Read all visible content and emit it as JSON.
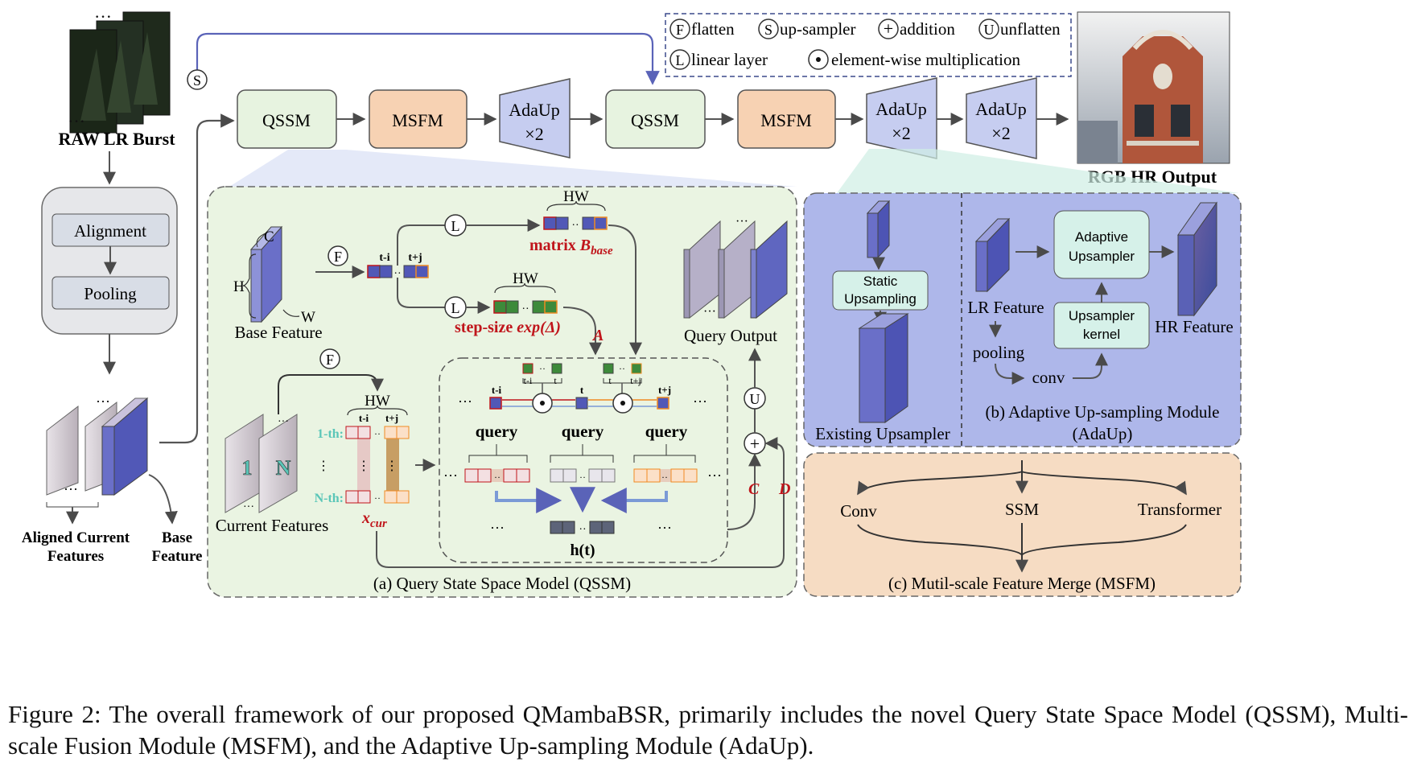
{
  "top": {
    "raw_label": "RAW LR Burst",
    "alignment": "Alignment",
    "pooling": "Pooling",
    "aligned_label_1": "Aligned Current",
    "aligned_label_2": "Features",
    "base_label_1": "Base",
    "base_label_2": "Feature",
    "qssm": "QSSM",
    "msfm": "MSFM",
    "adaup": "AdaUp",
    "x2": "×2",
    "rgb_label": "RGB HR Output",
    "s_symbol": "S"
  },
  "legend": {
    "flatten_sym": "F",
    "flatten": "flatten",
    "up_sym": "S",
    "up": "up-sampler",
    "add_sym": "+",
    "add": "addition",
    "unflat_sym": "U",
    "unflat": "unflatten",
    "linear_sym": "L",
    "linear": "linear layer",
    "mult_sym": "·",
    "mult": "element-wise multiplication"
  },
  "qssm_panel": {
    "title": "(a) Query State Space Model (QSSM)",
    "C": "C",
    "H": "H",
    "W": "W",
    "base_feature": "Base Feature",
    "ti": "t-i",
    "tj": "t+j",
    "t": "t",
    "HW": "HW",
    "matrix_b": "matrix",
    "b_base_main": "B",
    "b_base_sub": "base",
    "step_size": "step-size",
    "exp_delta": "exp(Δ)",
    "A": "A",
    "C_letter": "C",
    "D_letter": "D",
    "query": "query",
    "ht": "h(t)",
    "dots": "...",
    "query_output": "Query Output",
    "one_th": "1-th:",
    "n_th": "N-th:",
    "one": "1",
    "N": "N",
    "current_features": "Current Features",
    "x_cur_main": "x",
    "x_cur_sub": "cur",
    "F": "F",
    "L": "L",
    "U": "U",
    "plus": "+",
    "dot": "·"
  },
  "adaup_panel": {
    "static_1": "Static",
    "static_2": "Upsampling",
    "existing": "Existing Upsampler",
    "lr_feature": "LR Feature",
    "adaptive_1": "Adaptive",
    "adaptive_2": "Upsampler",
    "kernel_1": "Upsampler",
    "kernel_2": "kernel",
    "hr_feature": "HR Feature",
    "pooling": "pooling",
    "conv": "conv",
    "title_1": "(b) Adaptive Up-sampling Module",
    "title_2": "(AdaUp)"
  },
  "msfm_panel": {
    "conv": "Conv",
    "ssm": "SSM",
    "transformer": "Transformer",
    "title": "(c) Mutil-scale Feature Merge (MSFM)"
  },
  "caption": "Figure 2: The overall framework of our proposed QMambaBSR, primarily includes the novel Query State Space Model (QSSM), Multi-scale Fusion Module (MSFM), and the Adaptive Up-sampling Module (AdaUp).",
  "colors": {
    "qssm_fill": "#e7f3e0",
    "msfm_fill": "#f7d2b3",
    "adaup_fill": "#c6cdf0",
    "panel_a_fill": "#eaf4e2",
    "panel_b_fill": "#aeb7ea",
    "panel_c_fill": "#f6dcc3",
    "gray_panel_fill": "#e6e7ea",
    "gray_box_fill": "#d8dde6",
    "red_text": "#c0151b",
    "purple_arrow": "#5a63b8"
  }
}
